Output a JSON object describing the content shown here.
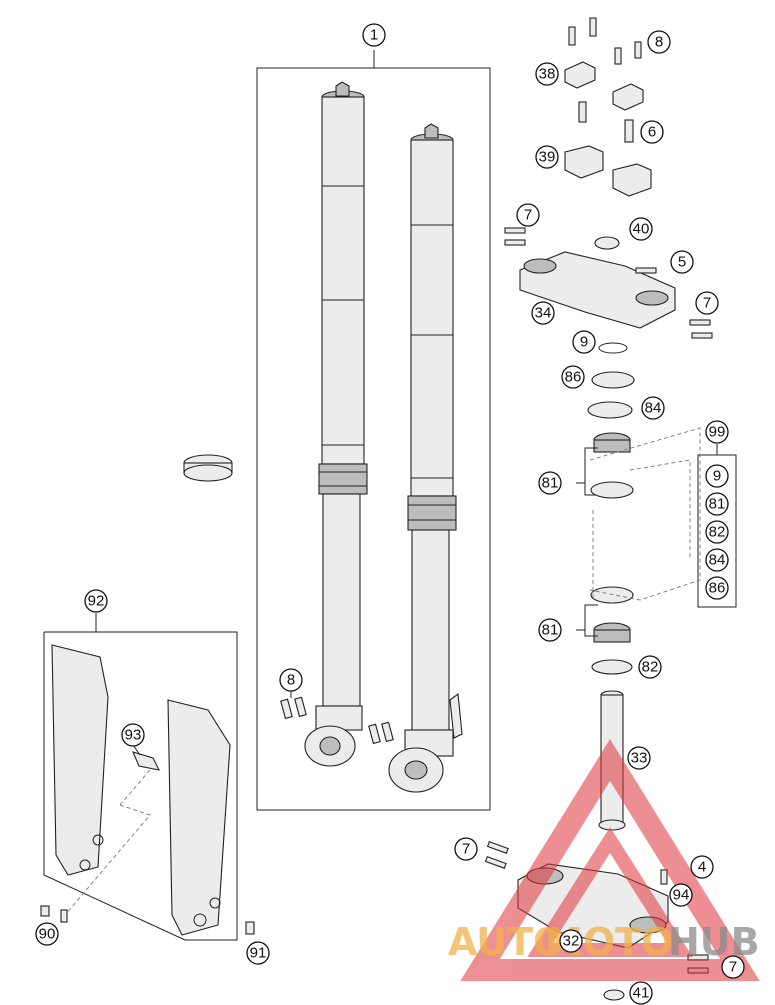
{
  "callouts": {
    "c1": "1",
    "c8a": "8",
    "c38": "38",
    "c6": "6",
    "c39": "39",
    "c7a": "7",
    "c40": "40",
    "c5": "5",
    "c7b": "7",
    "c34": "34",
    "c9": "9",
    "c86": "86",
    "c84": "84",
    "c99": "99",
    "c9k": "9",
    "c81k": "81",
    "c82k": "82",
    "c84k": "84",
    "c86k": "86",
    "c81a": "81",
    "c81b": "81",
    "c82": "82",
    "c33": "33",
    "c92": "92",
    "c93": "93",
    "c8b": "8",
    "c7c": "7",
    "c4": "4",
    "c94": "94",
    "c90": "90",
    "c91": "91",
    "c32": "32",
    "c7d": "7",
    "c41": "41"
  },
  "watermark": {
    "text_light": "AUTO",
    "text_mid": "MOTO",
    "text_dark": "HUB",
    "color_light": "#f2b24a",
    "color_dark": "#8c8c8c",
    "color_triangle": "#e0343a"
  }
}
